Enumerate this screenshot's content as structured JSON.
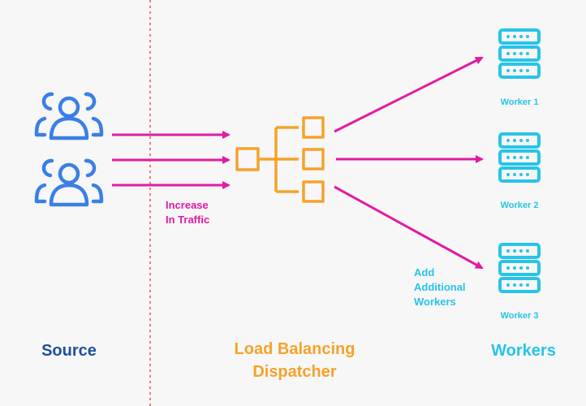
{
  "colors": {
    "source": "#3a7fe6",
    "source_title": "#1e4f9c",
    "dispatcher": "#f6a22a",
    "worker": "#27c4e8",
    "arrow": "#e21aa4",
    "divider": "#e05555"
  },
  "source": {
    "title": "Source",
    "icons": [
      "users-group-icon",
      "users-group-icon"
    ]
  },
  "traffic_note": {
    "line1": "Increase",
    "line2": "In Traffic"
  },
  "dispatcher": {
    "title_line1": "Load Balancing",
    "title_line2": "Dispatcher",
    "icon": "dispatcher-tree-icon"
  },
  "workers": {
    "title": "Workers",
    "items": [
      {
        "label": "Worker 1",
        "icon": "server-icon"
      },
      {
        "label": "Worker 2",
        "icon": "server-icon"
      },
      {
        "label": "Worker 3",
        "icon": "server-icon"
      }
    ]
  },
  "scale_note": {
    "line1": "Add",
    "line2": "Additional",
    "line3": "Workers"
  }
}
